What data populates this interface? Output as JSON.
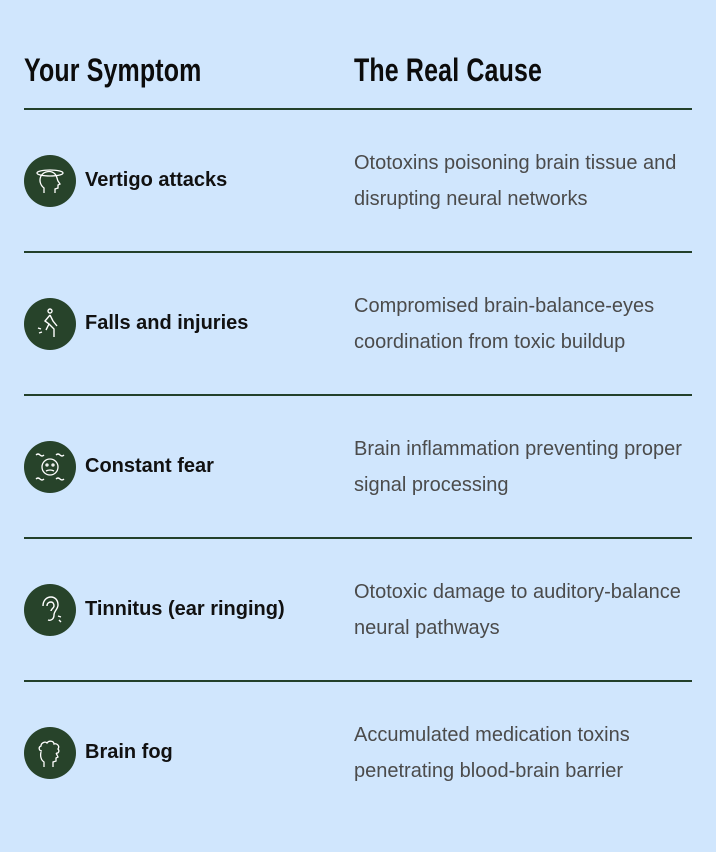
{
  "header": {
    "symptom": "Your Symptom",
    "cause": "The Real Cause"
  },
  "rows": [
    {
      "symptom": "Vertigo attacks",
      "cause": "Ototoxins poisoning brain tissue and disrupting neural networks",
      "icon": "dizzy-head-icon"
    },
    {
      "symptom": "Falls and injuries",
      "cause": "Compromised brain-balance-eyes coordination from toxic buildup",
      "icon": "falling-person-icon"
    },
    {
      "symptom": "Constant fear",
      "cause": "Brain inflammation preventing proper signal processing",
      "icon": "anxious-face-icon"
    },
    {
      "symptom": "Tinnitus (ear ringing)",
      "cause": "Ototoxic damage to auditory-balance neural pathways",
      "icon": "ear-icon"
    },
    {
      "symptom": "Brain fog",
      "cause": "Accumulated medication toxins penetrating blood-brain barrier",
      "icon": "cloudy-head-icon"
    }
  ],
  "colors": {
    "background": "#d0e6fd",
    "accent": "#27432a"
  }
}
